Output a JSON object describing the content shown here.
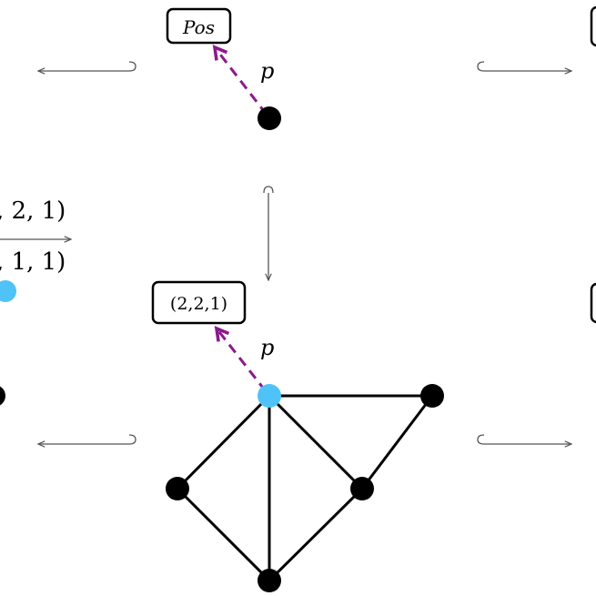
{
  "colors": {
    "ink": "#000000",
    "highlight_node": "#4fc3f7",
    "arrow_dashed": "#8b1a8b",
    "inclusion_arrow": "#555555",
    "background": "#ffffff"
  },
  "top_panel": {
    "label_box": "Pos",
    "edge_label": "p"
  },
  "bottom_panel": {
    "label_box": "(2,2,1)",
    "edge_label": "p"
  },
  "left_partial": {
    "upper_text": ", 2, 1)",
    "lower_text": ", 1, 1)"
  },
  "icons": {
    "inclusion_arrow": "hook-right-arrow-icon",
    "vertical_inclusion": "hook-down-arrow-icon"
  }
}
